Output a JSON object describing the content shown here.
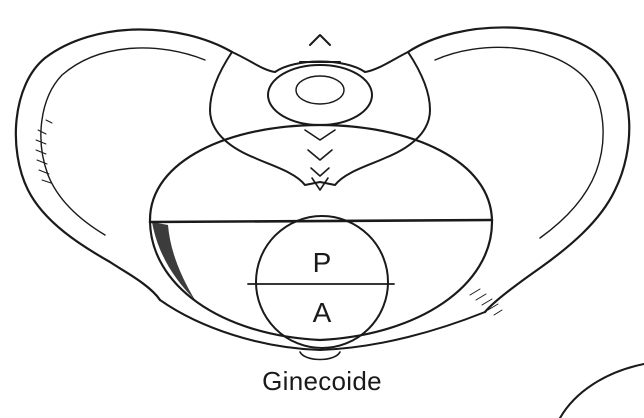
{
  "figure": {
    "caption": "Ginecoide",
    "posterior_label": "P",
    "anterior_label": "A"
  },
  "colors": {
    "ink": "#1a1a1a",
    "background": "#ffffff"
  }
}
